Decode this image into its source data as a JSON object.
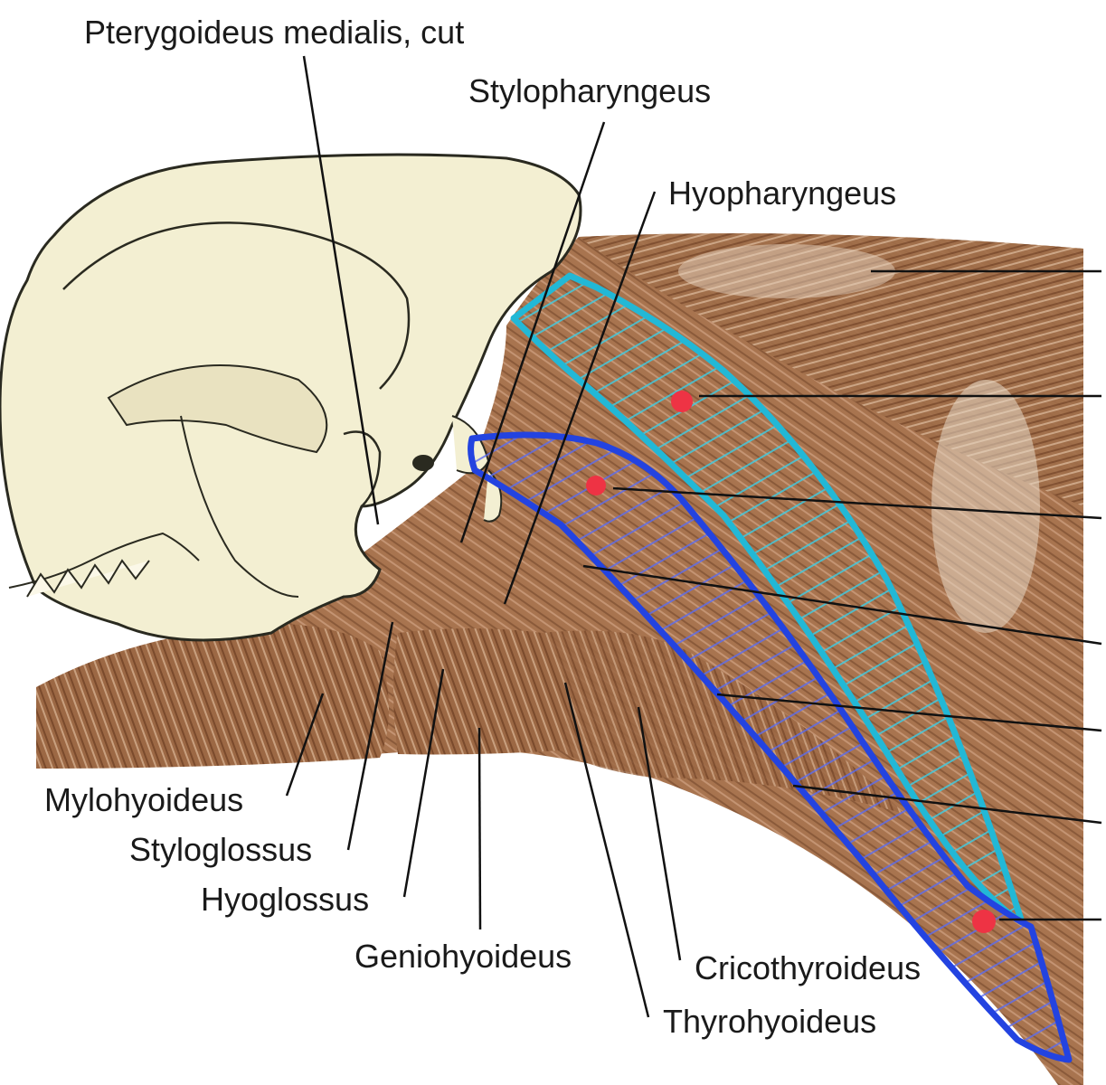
{
  "labels": {
    "pterygoideus": "Pterygoideus medialis, cut",
    "stylopharyngeus": "Stylopharyngeus",
    "hyopharyngeus": "Hyopharyngeus",
    "mylohyoideus": "Mylohyoideus",
    "styloglossus": "Styloglossus",
    "hyoglossus": "Hyoglossus",
    "geniohyoideus": "Geniohyoideus",
    "cricothyroideus": "Cricothyroideus",
    "thyrohyoideus": "Thyrohyoideus"
  },
  "colors": {
    "bone": "#f3efd2",
    "bone_outline": "#2a2a20",
    "muscle": "#a8744f",
    "muscle_dark": "#7a4a2c",
    "muscle_light": "#d9b89a",
    "cyan_outline": "#22b8d6",
    "blue_outline": "#2343e0",
    "marker": "#ee3344",
    "leader": "#111111"
  }
}
